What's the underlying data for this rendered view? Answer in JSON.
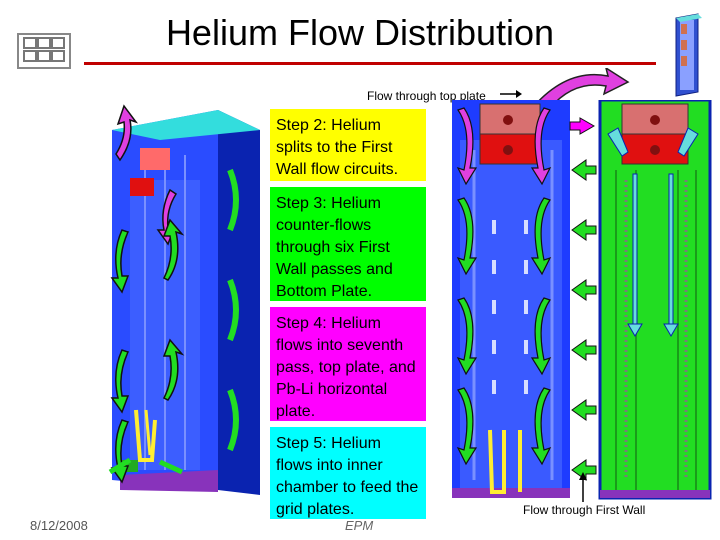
{
  "title": "Helium Flow Distribution",
  "labels": {
    "top_plate": "Flow through top plate",
    "first_wall": "Flow through First Wall"
  },
  "steps": [
    {
      "text": "Step 2: Helium splits to the First Wall flow circuits.",
      "color": "#ffff00"
    },
    {
      "text": "Step 3: Helium counter-flows through six First Wall passes and Bottom Plate.",
      "color": "#00ff00"
    },
    {
      "text": "Step 4: Helium flows into seventh pass, top plate, and Pb-Li horizontal plate.",
      "color": "#ff00ff"
    },
    {
      "text": "Step 5: Helium flows into inner chamber to feed the grid plates.",
      "color": "#00ffff"
    }
  ],
  "footer": {
    "date": "8/12/2008",
    "center": "EPM"
  },
  "colors": {
    "title_rule": "#c00000",
    "blanket_blue": "#1e3cff",
    "flow_green": "#22dd22",
    "flow_magenta": "#e040e0",
    "plate_red": "#e01010",
    "top_cyan": "#33dddd"
  },
  "icons": [
    "logo-icon",
    "module-thumbnail-icon",
    "curved-arrow-icon"
  ]
}
